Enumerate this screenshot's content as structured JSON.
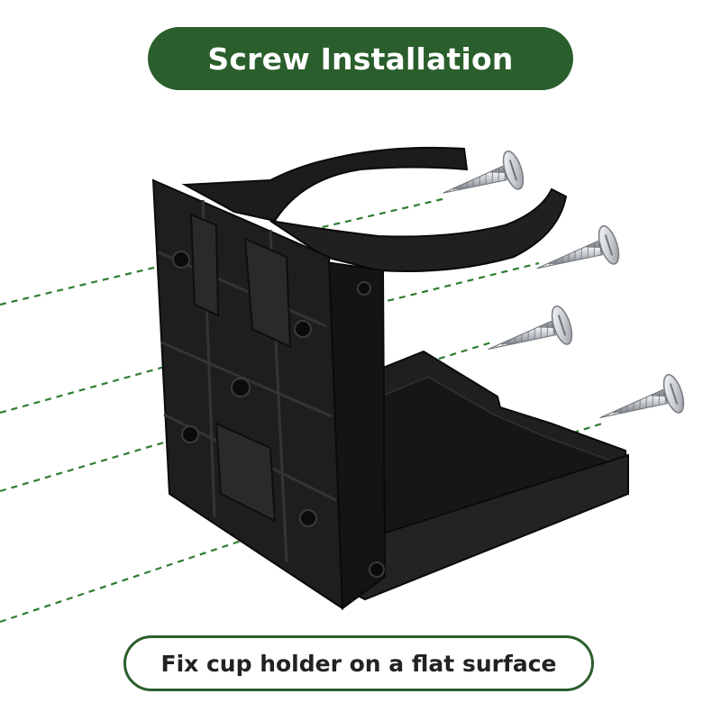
{
  "header": {
    "title": "Screw Installation"
  },
  "footer": {
    "caption": "Fix cup holder on a flat surface"
  },
  "colors": {
    "accent": "#2a5e2c",
    "guide_line": "#2e7d32",
    "product": "#1b1b1b",
    "screw": "#bfc3c8"
  },
  "illustration": {
    "product": "folding-cup-holder",
    "screw_count": 4
  }
}
